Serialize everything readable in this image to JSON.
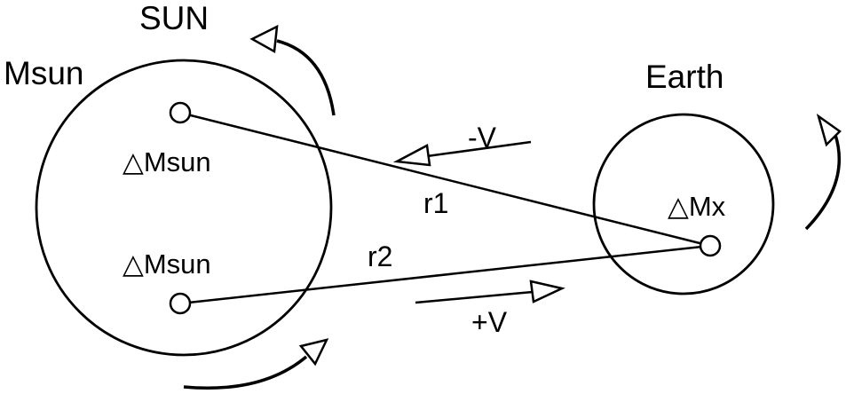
{
  "diagram": {
    "labels": {
      "sun_title": "SUN",
      "sun_mass": "Msun",
      "delta_msun_top": "△Msun",
      "delta_msun_bottom": "△Msun",
      "earth_title": "Earth",
      "delta_mx": "△Mx",
      "r1": "r1",
      "r2": "r2",
      "minus_v": "-V",
      "plus_v": "+V"
    },
    "colors": {
      "line": "#000000",
      "background": "#ffffff"
    }
  }
}
